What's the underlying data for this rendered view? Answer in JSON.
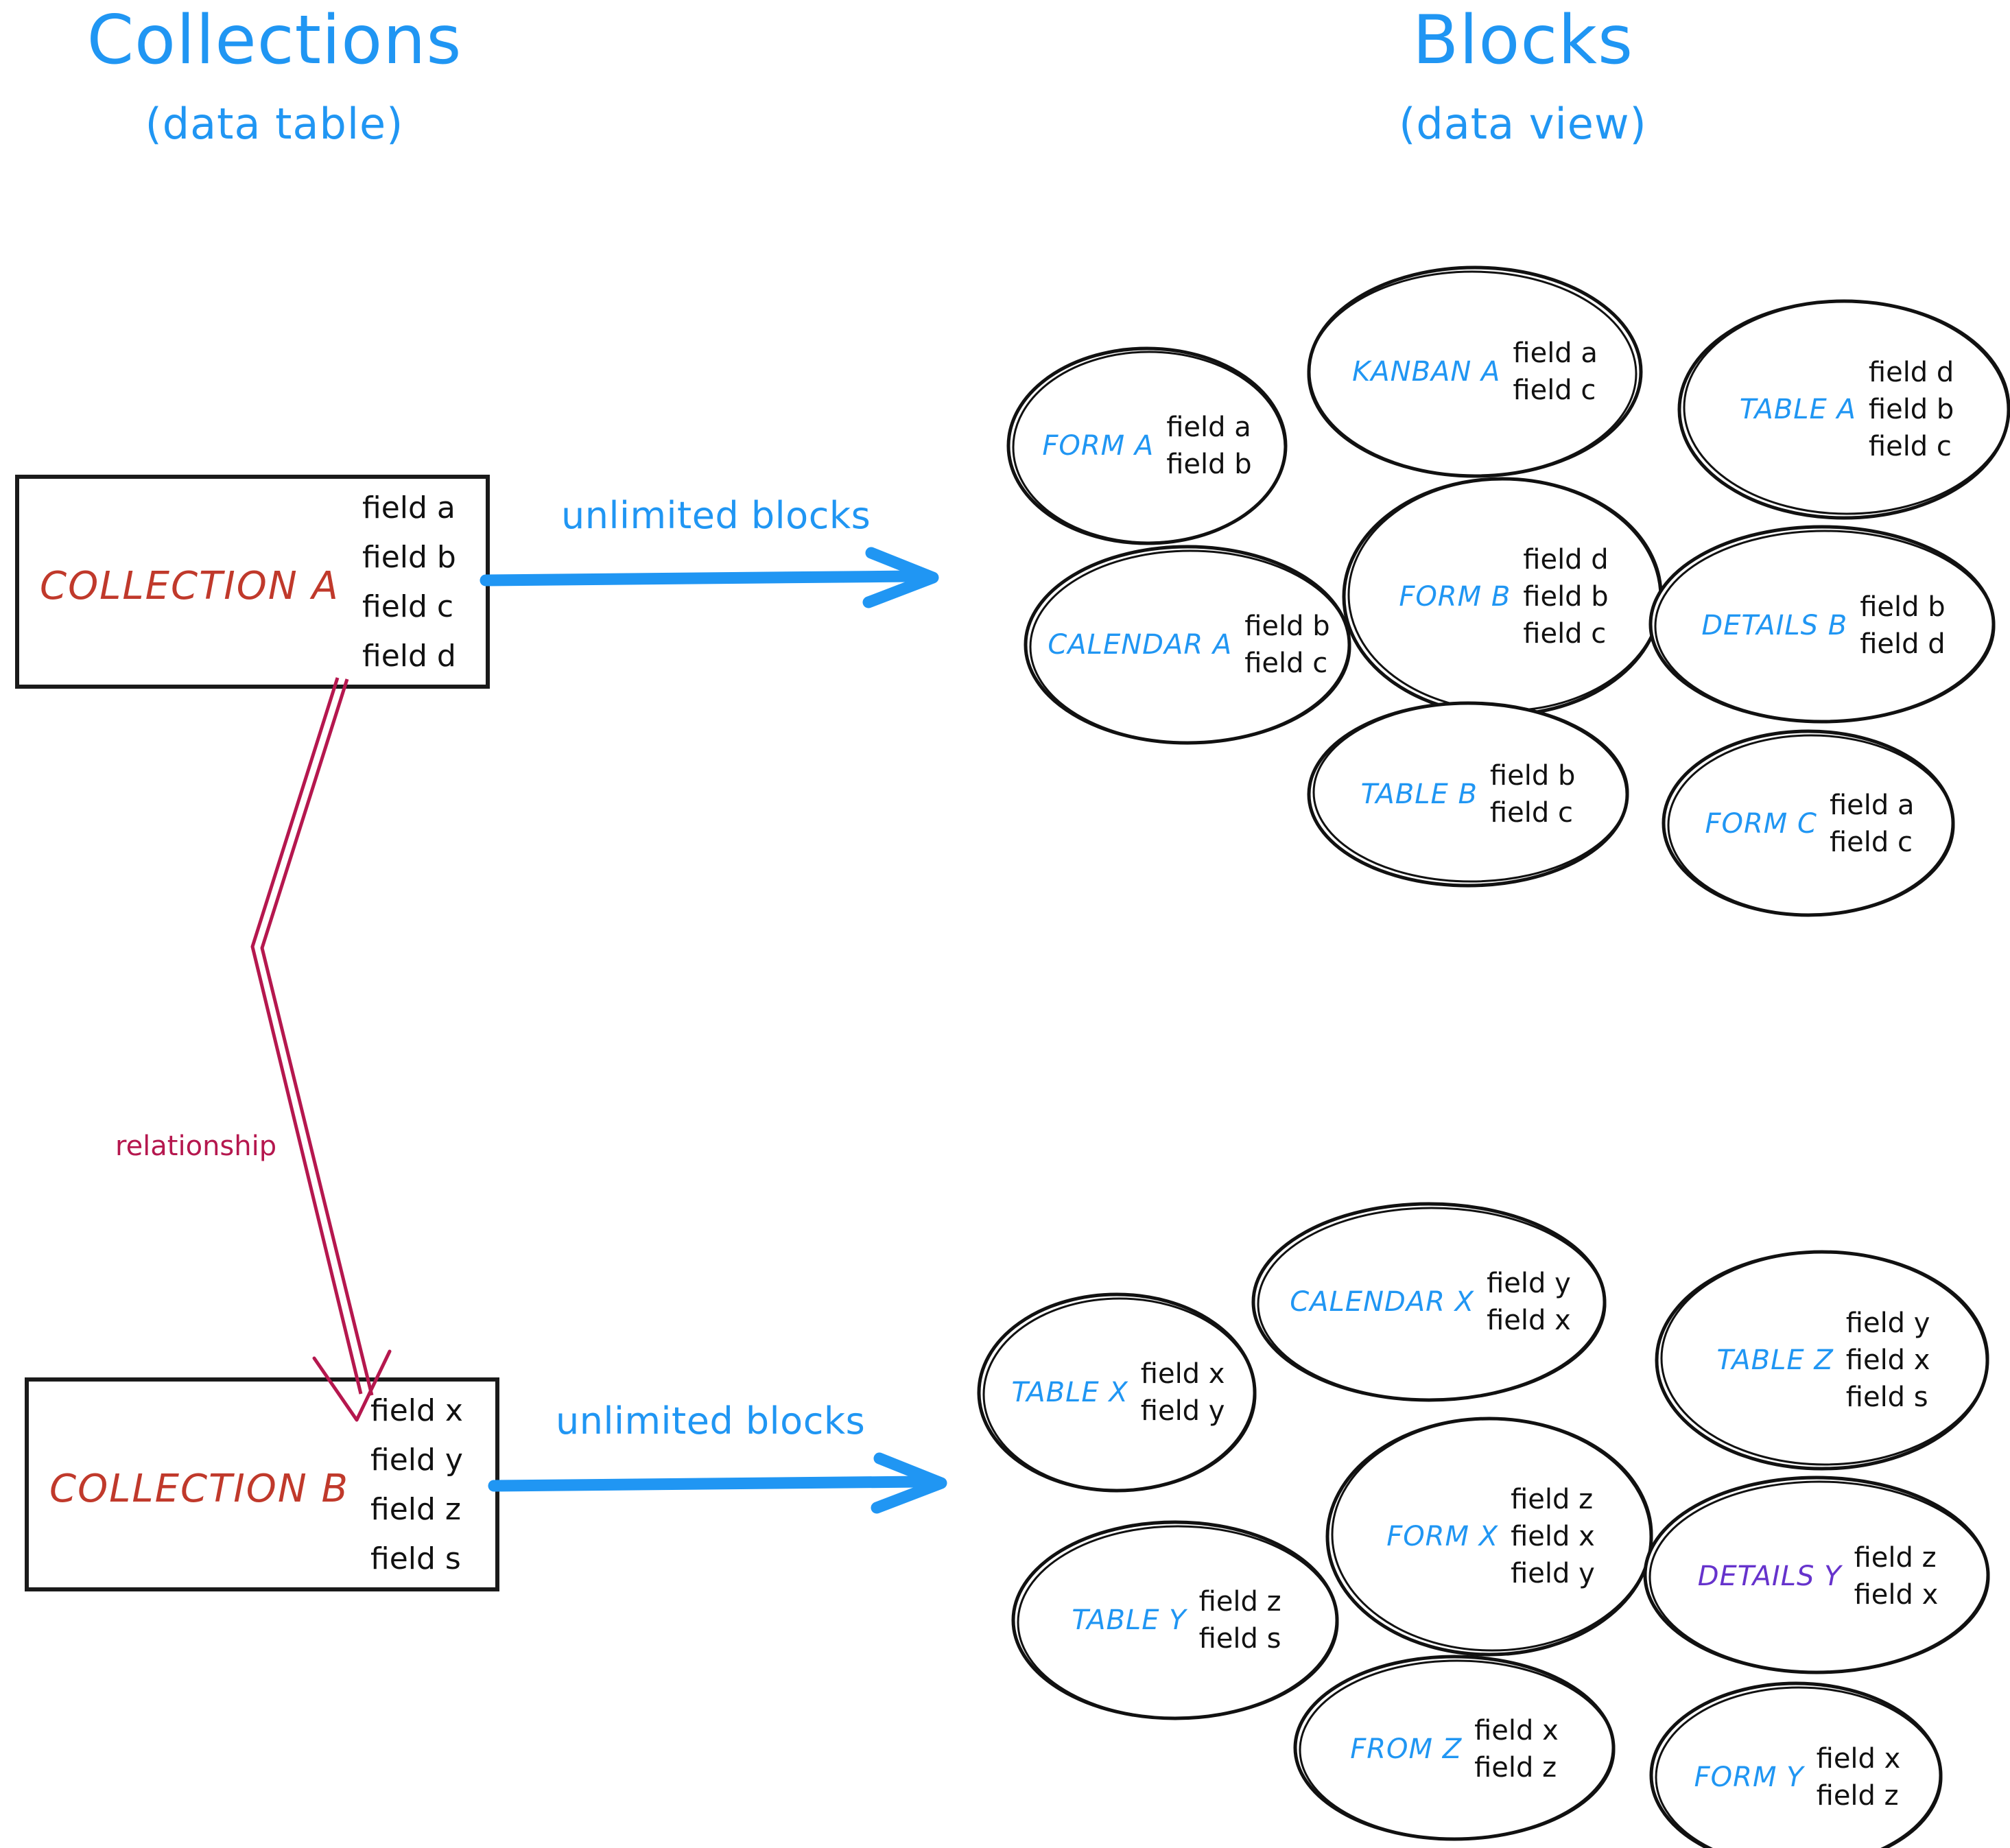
{
  "headings": {
    "left": {
      "main": "Collections",
      "sub": "(data table)"
    },
    "right": {
      "main": "Blocks",
      "sub": "(data view)"
    }
  },
  "colors": {
    "accent_blue": "#2096f3",
    "collection_red": "#c0392b",
    "relationship_crimson": "#b5174e",
    "details_purple": "#6633cc",
    "stroke_black": "#1a1a1a"
  },
  "collections": [
    {
      "name": "COLLECTION A",
      "fields": [
        "field a",
        "field b",
        "field c",
        "field d"
      ],
      "arrow_label": "unlimited blocks"
    },
    {
      "name": "COLLECTION B",
      "fields": [
        "field x",
        "field y",
        "field z",
        "field s"
      ],
      "arrow_label": "unlimited blocks"
    }
  ],
  "relationship": {
    "label": "relationship"
  },
  "block_groups": [
    {
      "source": "COLLECTION A",
      "blocks": [
        {
          "name": "FORM A",
          "fields": [
            "field a",
            "field b"
          ],
          "color": "blue"
        },
        {
          "name": "KANBAN A",
          "fields": [
            "field a",
            "field c"
          ],
          "color": "blue"
        },
        {
          "name": "TABLE A",
          "fields": [
            "field d",
            "field b",
            "field c"
          ],
          "color": "blue"
        },
        {
          "name": "CALENDAR A",
          "fields": [
            "field b",
            "field c"
          ],
          "color": "blue"
        },
        {
          "name": "FORM B",
          "fields": [
            "field d",
            "field b",
            "field c"
          ],
          "color": "blue"
        },
        {
          "name": "DETAILS B",
          "fields": [
            "field b",
            "field d"
          ],
          "color": "blue"
        },
        {
          "name": "TABLE B",
          "fields": [
            "field b",
            "field c"
          ],
          "color": "blue"
        },
        {
          "name": "FORM C",
          "fields": [
            "field a",
            "field c"
          ],
          "color": "blue"
        }
      ]
    },
    {
      "source": "COLLECTION B",
      "blocks": [
        {
          "name": "TABLE X",
          "fields": [
            "field x",
            "field y"
          ],
          "color": "blue"
        },
        {
          "name": "CALENDAR X",
          "fields": [
            "field y",
            "field x"
          ],
          "color": "blue"
        },
        {
          "name": "TABLE Z",
          "fields": [
            "field y",
            "field x",
            "field s"
          ],
          "color": "blue"
        },
        {
          "name": "TABLE Y",
          "fields": [
            "field z",
            "field s"
          ],
          "color": "blue"
        },
        {
          "name": "FORM X",
          "fields": [
            "field z",
            "field x",
            "field y"
          ],
          "color": "blue"
        },
        {
          "name": "DETAILS Y",
          "fields": [
            "field z",
            "field x"
          ],
          "color": "purple"
        },
        {
          "name": "FROM Z",
          "fields": [
            "field x",
            "field z"
          ],
          "color": "blue"
        },
        {
          "name": "FORM Y",
          "fields": [
            "field x",
            "field z"
          ],
          "color": "blue"
        }
      ]
    }
  ]
}
